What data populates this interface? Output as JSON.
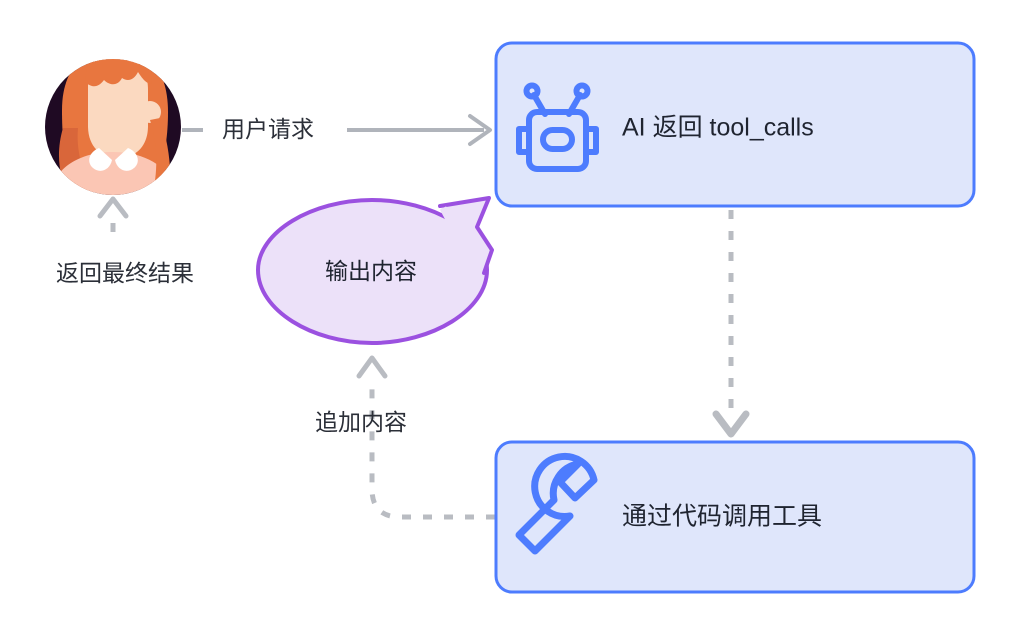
{
  "diagram": {
    "title": "AI tool-calling loop",
    "background": "#ffffff",
    "colors": {
      "box_fill": "#dfe6fb",
      "box_stroke": "#4d7cfe",
      "icon_blue": "#4d7cfe",
      "bubble_fill": "#ece1f9",
      "bubble_stroke": "#9b51e0",
      "arrow_gray": "#b0b4bb",
      "text_dark": "#1f2430",
      "avatar_bg": "#1f0a23",
      "avatar_hair": "#e8763f",
      "avatar_skin": "#fbd9c0",
      "avatar_body": "#fbc6b4",
      "avatar_collar": "#ffffff"
    },
    "nodes": [
      {
        "id": "user",
        "type": "avatar",
        "icon": "user-avatar-icon",
        "label": ""
      },
      {
        "id": "ai",
        "type": "box",
        "icon": "robot-icon",
        "label": "AI 返回 tool_calls"
      },
      {
        "id": "tool",
        "type": "box",
        "icon": "wrench-icon",
        "label": "通过代码调用工具"
      },
      {
        "id": "output",
        "type": "speech-bubble",
        "icon": "speech-bubble-icon",
        "label": "输出内容"
      }
    ],
    "edges": [
      {
        "id": "user-to-ai",
        "from": "user",
        "to": "ai",
        "label": "用户请求",
        "style": "solid",
        "direction": "right"
      },
      {
        "id": "ai-to-tool",
        "from": "ai",
        "to": "tool",
        "label": "",
        "style": "dashed",
        "direction": "down"
      },
      {
        "id": "tool-to-output",
        "from": "tool",
        "to": "output",
        "label": "追加内容",
        "style": "dashed",
        "direction": "up"
      },
      {
        "id": "output-to-user",
        "from": "output",
        "to": "user",
        "label": "返回最终结果",
        "style": "dashed",
        "direction": "up"
      }
    ]
  }
}
